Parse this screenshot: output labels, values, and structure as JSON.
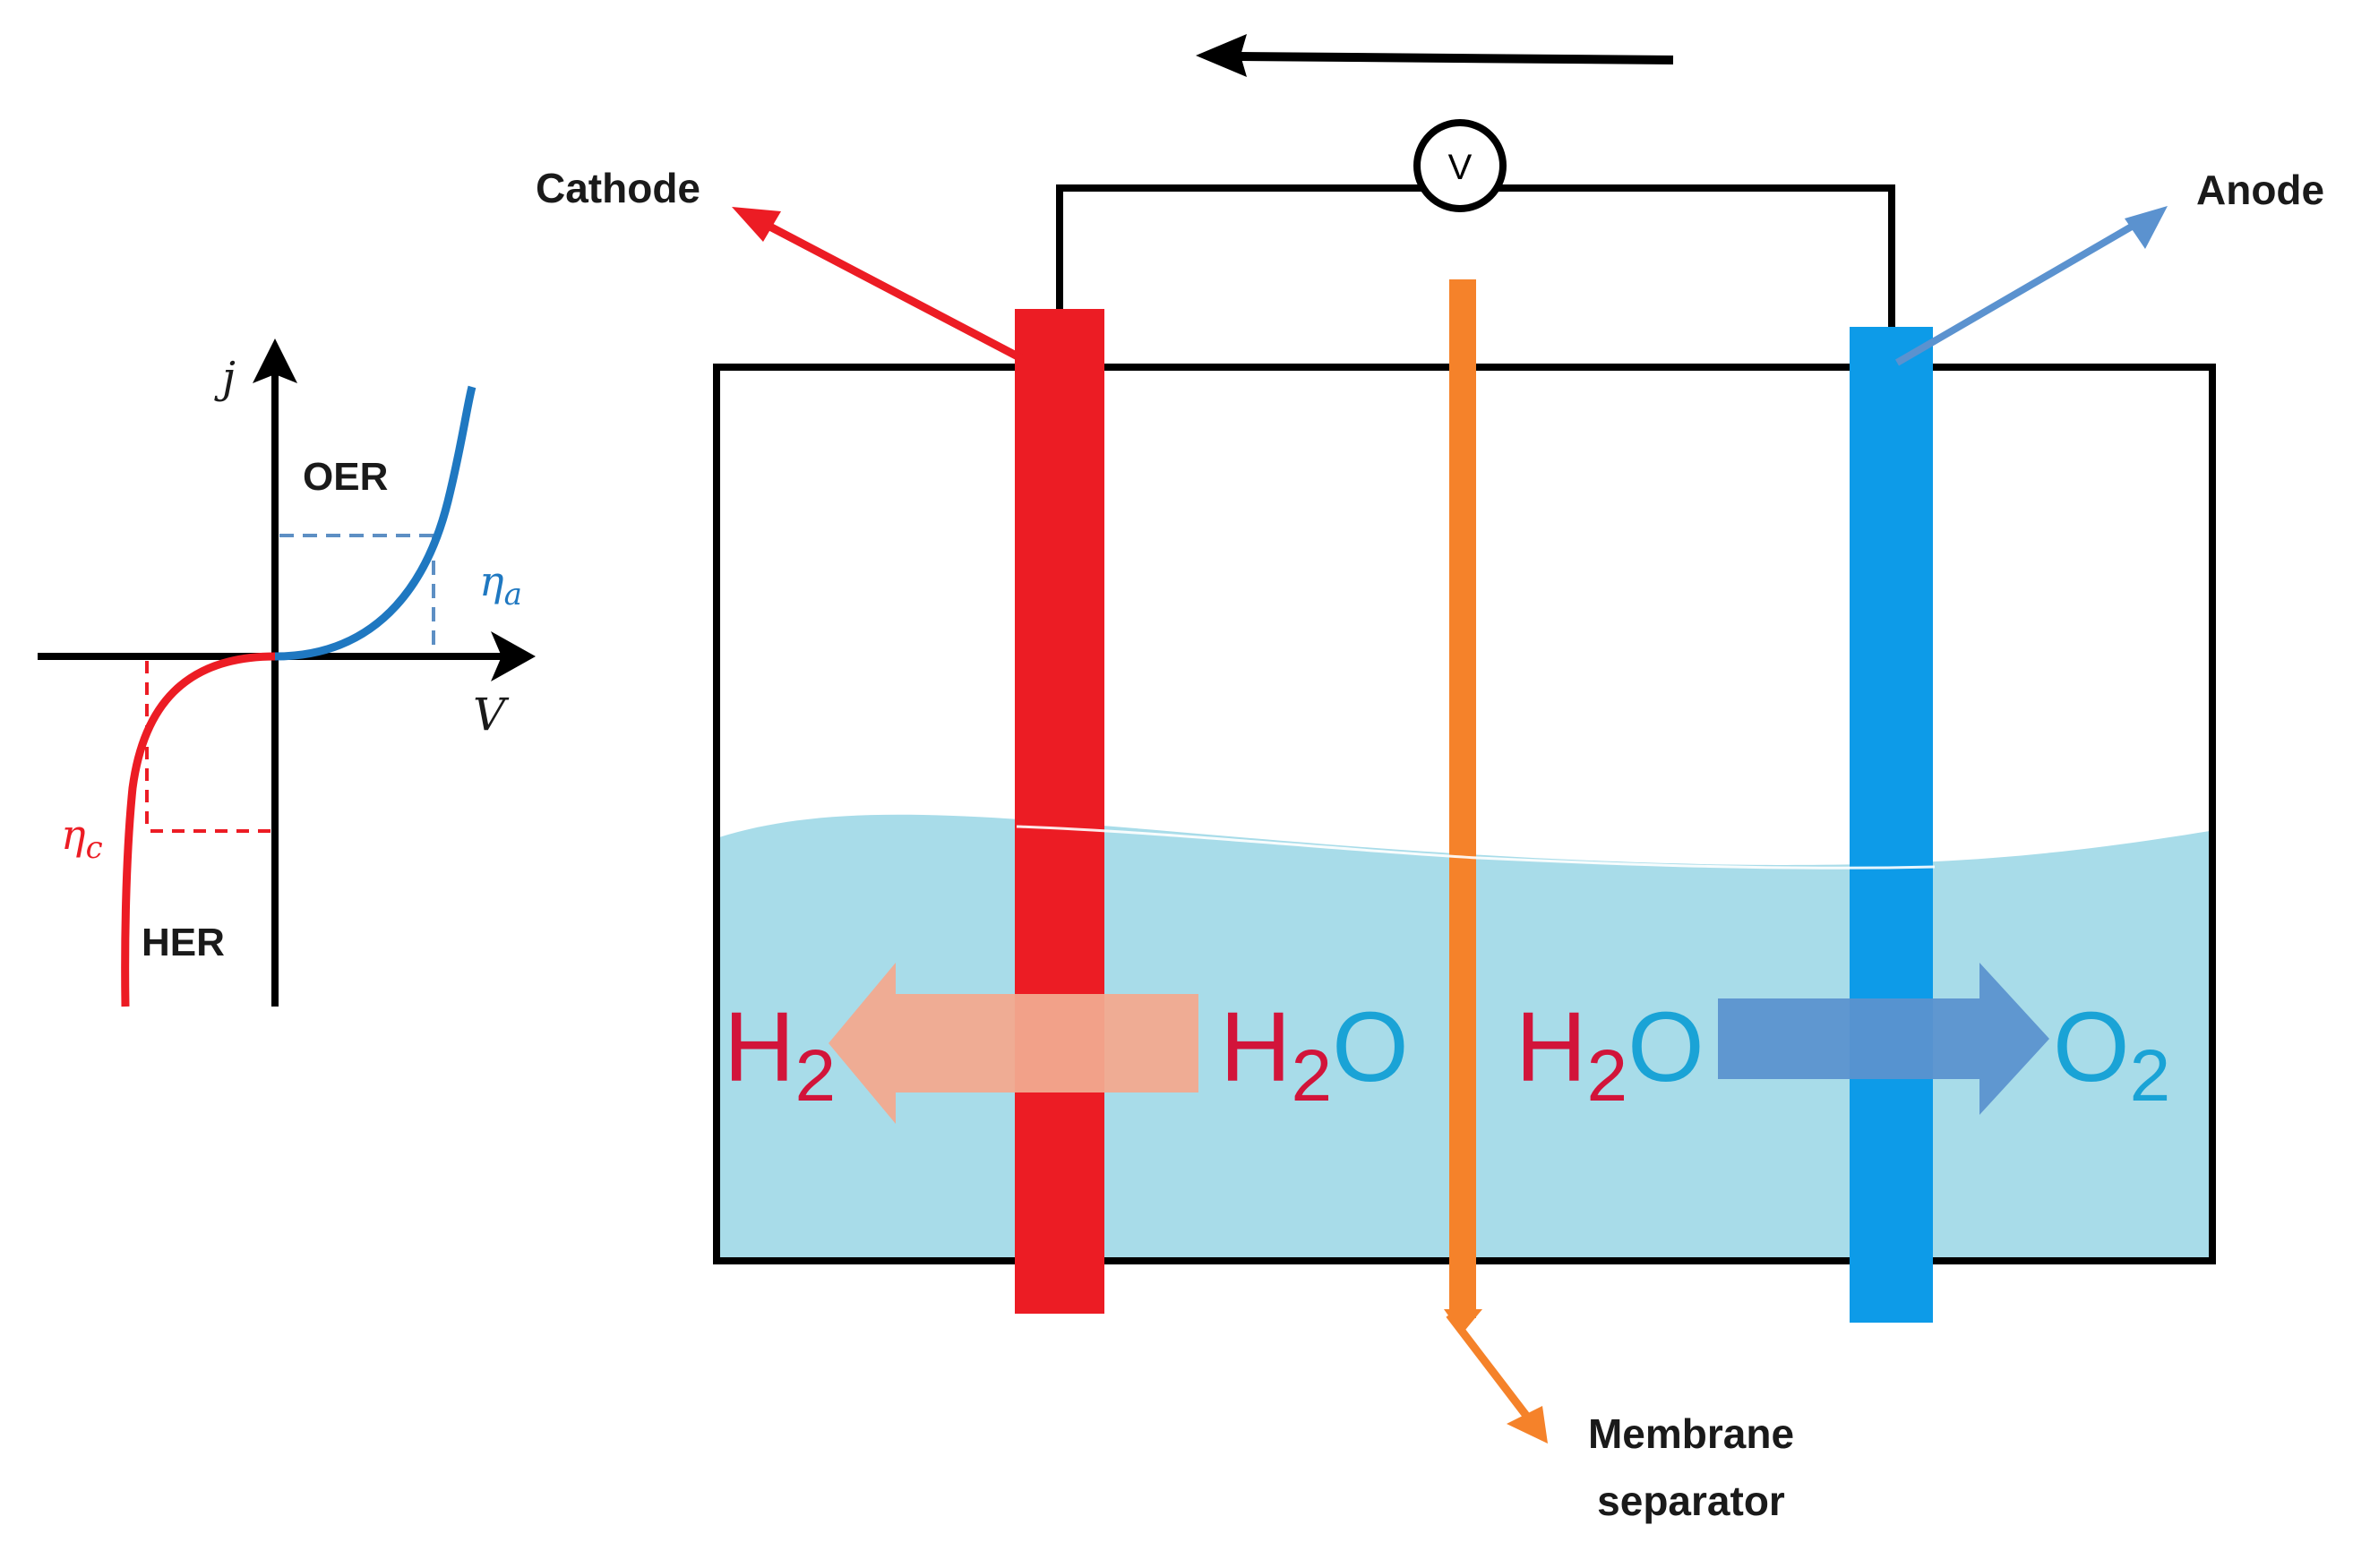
{
  "colors": {
    "cathode": "#ec1c24",
    "anode": "#0d9be8",
    "membrane": "#f5822a",
    "electrolyte": "#a8dce9",
    "h2_arrow": "#f2a98f",
    "o2_arrow": "#5b92cf",
    "her_curve": "#ec1c24",
    "oer_curve": "#1f78c1",
    "hydrogen_text": "#d2143a",
    "oxygen_text": "#1aa3d6"
  },
  "labels": {
    "cathode": "Cathode",
    "anode": "Anode",
    "membrane_line1": "Membrane",
    "membrane_line2": "separator",
    "voltmeter": "V"
  },
  "plot": {
    "y_axis": "j",
    "x_axis": "V",
    "oer": "OER",
    "her": "HER",
    "eta_a_symbol": "η",
    "eta_a_sub": "a",
    "eta_c_symbol": "η",
    "eta_c_sub": "c"
  },
  "reaction": {
    "h2": "H",
    "h2_sub": "2",
    "h2o_left_h": "H",
    "h2o_left_sub": "2",
    "h2o_left_o": "O",
    "h2o_right_h": "H",
    "h2o_right_sub": "2",
    "h2o_right_o": "O",
    "o2": "O",
    "o2_sub": "2"
  }
}
